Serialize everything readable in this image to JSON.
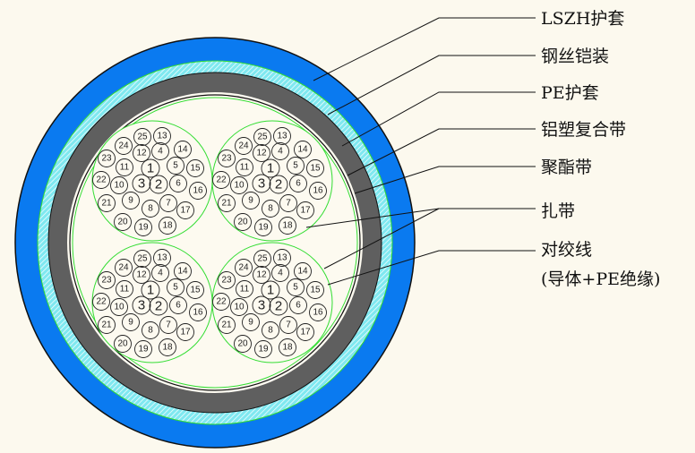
{
  "labels": {
    "lszh": "LSZH护套",
    "steel": "钢丝铠装",
    "pe": "PE护套",
    "al": "铝塑复合带",
    "polyester": "聚酯带",
    "binder": "扎带",
    "pair": "对绞线",
    "pair_note": "(导体+PE绝缘)"
  },
  "wires": [
    "1",
    "2",
    "3",
    "4",
    "5",
    "6",
    "7",
    "8",
    "9",
    "10",
    "11",
    "12",
    "13",
    "14",
    "15",
    "16",
    "17",
    "18",
    "19",
    "20",
    "21",
    "22",
    "23",
    "24",
    "25"
  ],
  "colors": {
    "background": "#fcf9ee",
    "lszh": "#0a7af0",
    "steel": "#7fe8f0",
    "pe": "#5f5f5f",
    "green": "#33dd33"
  }
}
